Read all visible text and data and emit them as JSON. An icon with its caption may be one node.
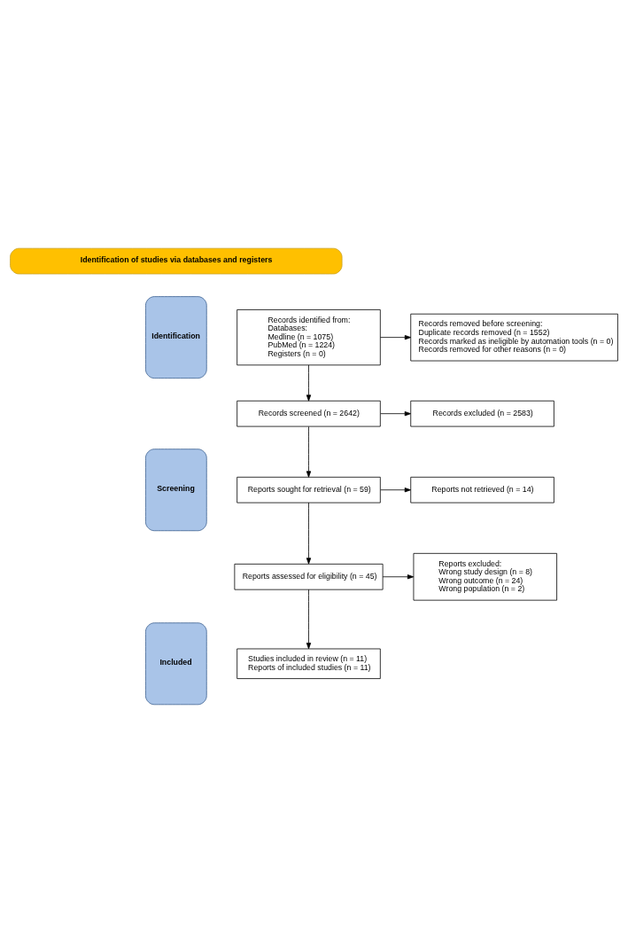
{
  "diagram": {
    "nodes": [
      {
        "text": [
          "Identification of studies via databases and registers"
        ]
      },
      {
        "text": [
          "Identification"
        ]
      },
      {
        "text": [
          "Records identified from:",
          "Databases:",
          "Medline (n = 1075)",
          "PubMed (n = 1224)",
          "Registers (n = 0)"
        ]
      },
      {
        "text": [
          "Records removed before screening:",
          "Duplicate records removed (n = 1552)",
          "Records marked as ineligible by automation tools (n = 0)",
          "Records removed for other reasons (n = 0)"
        ]
      },
      {
        "text": [
          "Records screened (n = 2642)"
        ]
      },
      {
        "text": [
          "Records excluded (n = 2583)"
        ]
      },
      {
        "text": [
          "Screening"
        ]
      },
      {
        "text": [
          "Reports sought for retrieval (n = 59)"
        ]
      },
      {
        "text": [
          "Reports not retrieved (n = 14)"
        ]
      },
      {
        "text": [
          "Reports assessed for eligibility (n = 45)"
        ]
      },
      {
        "text": [
          "Reports excluded:",
          "Wrong study design (n = 8)",
          "Wrong outcome (n = 24)",
          "Wrong population (n = 2)"
        ]
      },
      {
        "text": [
          "Included"
        ]
      },
      {
        "text": [
          "Studies included in review (n = 11)",
          "Reports of included studies (n = 11)"
        ]
      }
    ],
    "edges": [
      {
        "from": 2,
        "to": 3,
        "arrow": "to"
      },
      {
        "from": 2,
        "to": 4,
        "arrow": "to"
      },
      {
        "from": 4,
        "to": 5,
        "arrow": "to"
      },
      {
        "from": 4,
        "to": 7,
        "arrow": "to"
      },
      {
        "from": 7,
        "to": 8,
        "arrow": "to"
      },
      {
        "from": 7,
        "to": 9,
        "arrow": "to"
      },
      {
        "from": 9,
        "to": 10,
        "arrow": "to"
      },
      {
        "from": 9,
        "to": 12,
        "arrow": "to"
      }
    ]
  }
}
